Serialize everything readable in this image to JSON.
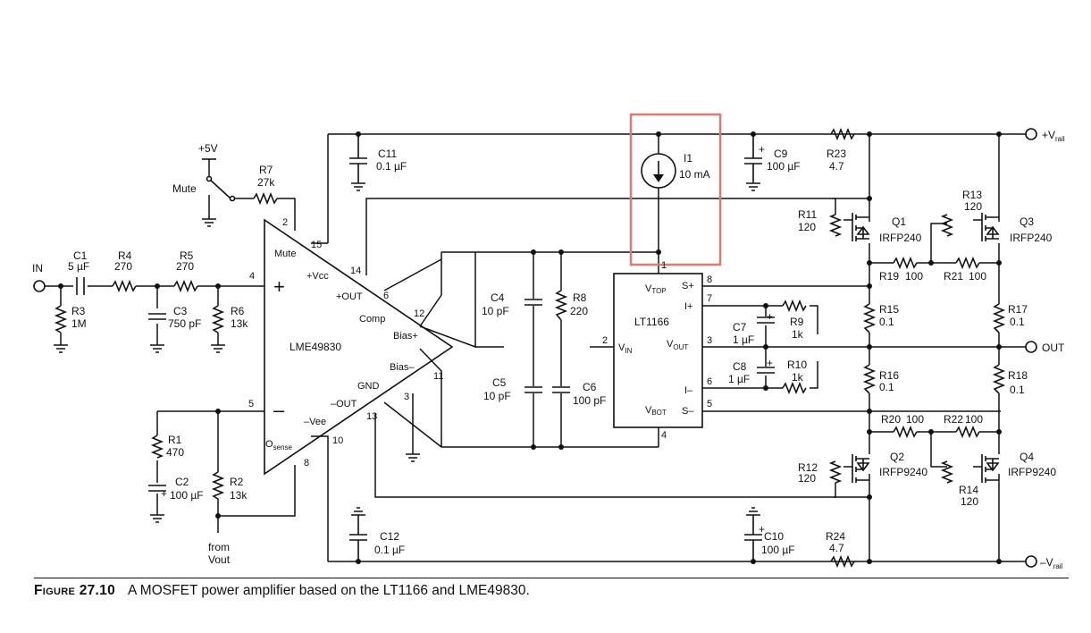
{
  "caption": {
    "figure_label": "Figure 27.10",
    "text": "A MOSFET power amplifier based on the LT1166 and LME49830."
  },
  "nets": {
    "in": "IN",
    "vrail_pos": "+V",
    "vrail_neg": "–V",
    "rail_sub": "rail",
    "out": "OUT",
    "plus5v": "+5V",
    "mute": "Mute",
    "from_vout_1": "from",
    "from_vout_2": "Vout"
  },
  "components": {
    "C1": {
      "ref": "C1",
      "value": "5 µF"
    },
    "R4": {
      "ref": "R4",
      "value": "270"
    },
    "R5": {
      "ref": "R5",
      "value": "270"
    },
    "R3": {
      "ref": "R3",
      "value": "1M"
    },
    "C3": {
      "ref": "C3",
      "value": "750 pF"
    },
    "R6": {
      "ref": "R6",
      "value": "13k"
    },
    "R7": {
      "ref": "R7",
      "value": "27k"
    },
    "R1": {
      "ref": "R1",
      "value": "470"
    },
    "C2": {
      "ref": "C2",
      "value": "100 µF"
    },
    "R2": {
      "ref": "R2",
      "value": "13k"
    },
    "C11": {
      "ref": "C11",
      "value": "0.1 µF"
    },
    "C12": {
      "ref": "C12",
      "value": "0.1 µF"
    },
    "C4": {
      "ref": "C4",
      "value": "10 pF"
    },
    "C5": {
      "ref": "C5",
      "value": "10 pF"
    },
    "R8": {
      "ref": "R8",
      "value": "220"
    },
    "C6": {
      "ref": "C6",
      "value": "100 pF"
    },
    "I1": {
      "ref": "I1",
      "value": "10 mA"
    },
    "C9": {
      "ref": "C9",
      "value": "100 µF"
    },
    "C10": {
      "ref": "C10",
      "value": "100 µF"
    },
    "R23": {
      "ref": "R23",
      "value": "4.7"
    },
    "R24": {
      "ref": "R24",
      "value": "4.7"
    },
    "R11": {
      "ref": "R11",
      "value": "120"
    },
    "R12": {
      "ref": "R12",
      "value": "120"
    },
    "R13": {
      "ref": "R13",
      "value": "120"
    },
    "R14": {
      "ref": "R14",
      "value": "120"
    },
    "Q1": {
      "ref": "Q1",
      "value": "IRFP240"
    },
    "Q3": {
      "ref": "Q3",
      "value": "IRFP240"
    },
    "Q2": {
      "ref": "Q2",
      "value": "IRFP9240"
    },
    "Q4": {
      "ref": "Q4",
      "value": "IRFP9240"
    },
    "R19": {
      "ref": "R19",
      "value": "100"
    },
    "R21": {
      "ref": "R21",
      "value": "100"
    },
    "R20": {
      "ref": "R20",
      "value": "100"
    },
    "R22": {
      "ref": "R22",
      "value": "100"
    },
    "R15": {
      "ref": "R15",
      "value": "0.1"
    },
    "R16": {
      "ref": "R16",
      "value": "0.1"
    },
    "R17": {
      "ref": "R17",
      "value": "0.1"
    },
    "R18": {
      "ref": "R18",
      "value": "0.1"
    },
    "C7": {
      "ref": "C7",
      "value": "1 µF"
    },
    "C8": {
      "ref": "C8",
      "value": "1 µF"
    },
    "R9": {
      "ref": "R9",
      "value": "1k"
    },
    "R10": {
      "ref": "R10",
      "value": "1k"
    }
  },
  "ic_lme": {
    "name": "LME49830",
    "plus": "+",
    "minus": "–",
    "pins": {
      "mute": "Mute",
      "vcc": "+Vcc",
      "out_p": "+OUT",
      "comp": "Comp",
      "bias_p": "Bias+",
      "bias_m": "Bias–",
      "gnd": "GND",
      "out_m": "–OUT",
      "vee": "–Vee",
      "osense": "O",
      "osense_sub": "sense"
    },
    "pin_numbers": {
      "p2": "2",
      "p15": "15",
      "p4": "4",
      "p14": "14",
      "p6": "6",
      "p12": "12",
      "p11": "11",
      "p3": "3",
      "p5": "5",
      "p13": "13",
      "p10": "10",
      "p8": "8"
    }
  },
  "ic_lt": {
    "name": "LT1166",
    "pins": {
      "vtop": "V",
      "vtop_sub": "TOP",
      "splus": "S+",
      "iplus": "I+",
      "vin": "V",
      "vin_sub": "IN",
      "vout": "V",
      "vout_sub": "OUT",
      "iminus": "I–",
      "vbot": "V",
      "vbot_sub": "BOT",
      "sminus": "S–"
    },
    "pin_numbers": {
      "p1": "1",
      "p8": "8",
      "p7": "7",
      "p2": "2",
      "p3": "3",
      "p6": "6",
      "p5": "5",
      "p4": "4"
    }
  },
  "capacitor_polarity": "+",
  "highlight_color": "#e07a70"
}
